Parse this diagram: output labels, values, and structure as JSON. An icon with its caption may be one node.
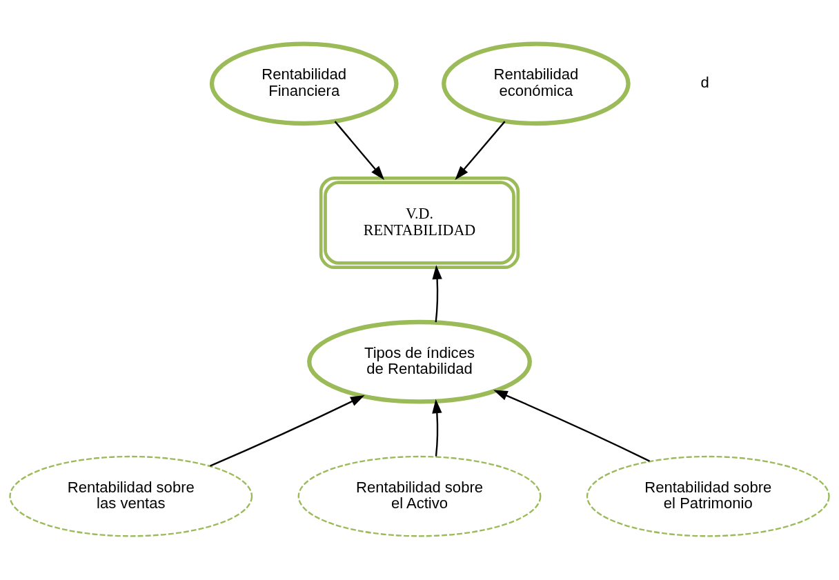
{
  "diagram": {
    "nodes": [
      {
        "text": [
          "Rentabilidad Financiera"
        ]
      },
      {
        "text": [
          "Rentabilidad económica"
        ]
      },
      {
        "text": [
          "V.D. RENTABILIDAD"
        ]
      },
      {
        "text": [
          "Tipos de índices de Rentabilidad"
        ]
      },
      {
        "text": [
          "Rentabilidad sobre las ventas"
        ]
      },
      {
        "text": [
          "Rentabilidad sobre el Activo"
        ]
      },
      {
        "text": [
          "Rentabilidad sobre el Patrimonio"
        ]
      }
    ],
    "edges": [
      {
        "from": 0,
        "to": 2,
        "arrow": "to"
      },
      {
        "from": 1,
        "to": 2,
        "arrow": "to"
      },
      {
        "from": 3,
        "to": 2,
        "arrow": "to"
      },
      {
        "from": 4,
        "to": 3,
        "arrow": "to"
      },
      {
        "from": 5,
        "to": 3,
        "arrow": "to"
      },
      {
        "from": 6,
        "to": 3,
        "arrow": "to"
      }
    ],
    "labels": [
      "d"
    ]
  }
}
